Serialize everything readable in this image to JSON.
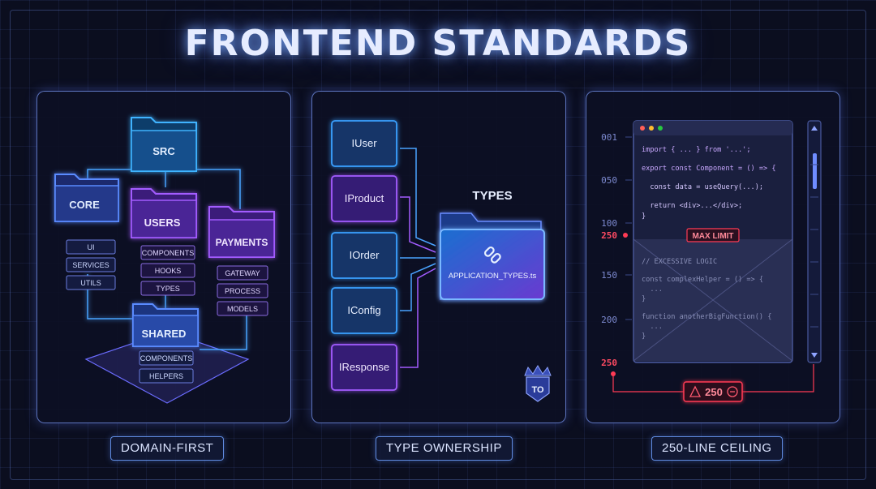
{
  "title": "FRONTEND STANDARDS",
  "panels": {
    "domain": {
      "caption": "DOMAIN-FIRST",
      "src": "SRC",
      "core": {
        "label": "CORE",
        "items": [
          "UI",
          "SERVICES",
          "UTILS"
        ]
      },
      "users": {
        "label": "USERS",
        "items": [
          "COMPONENTS",
          "HOOKS",
          "TYPES"
        ]
      },
      "payments": {
        "label": "PAYMENTS",
        "items": [
          "GATEWAY",
          "PROCESS",
          "MODELS"
        ]
      },
      "shared": {
        "label": "SHARED",
        "items": [
          "COMPONENTS",
          "HELPERS"
        ]
      }
    },
    "types": {
      "caption": "TYPE OWNERSHIP",
      "heading": "TYPES",
      "file": "APPLICATION_TYPES.ts",
      "interfaces": [
        "IUser",
        "IProduct",
        "IOrder",
        "IConfig",
        "IResponse"
      ],
      "badge": "TO"
    },
    "ceiling": {
      "caption": "250-LINE CEILING",
      "line_numbers": [
        "001",
        "050",
        "100",
        "250",
        "150",
        "200",
        "250"
      ],
      "code_top": [
        "import { ... } from '...';",
        "export const Component = () => {",
        "  const data = useQuery(...);",
        "  return <div>...</div>;",
        "}"
      ],
      "limit_label": "MAX LIMIT",
      "code_bottom": [
        "// EXCESSIVE LOGIC",
        "const complexHelper = () => {",
        "  ...",
        "}",
        "function anotherBigFunction() {",
        "  ...",
        "}"
      ],
      "warning_value": "250"
    }
  },
  "colors": {
    "blue": "#3aa0ff",
    "purple": "#a35cff",
    "red": "#ff3b55",
    "text": "#dbe4ff"
  }
}
